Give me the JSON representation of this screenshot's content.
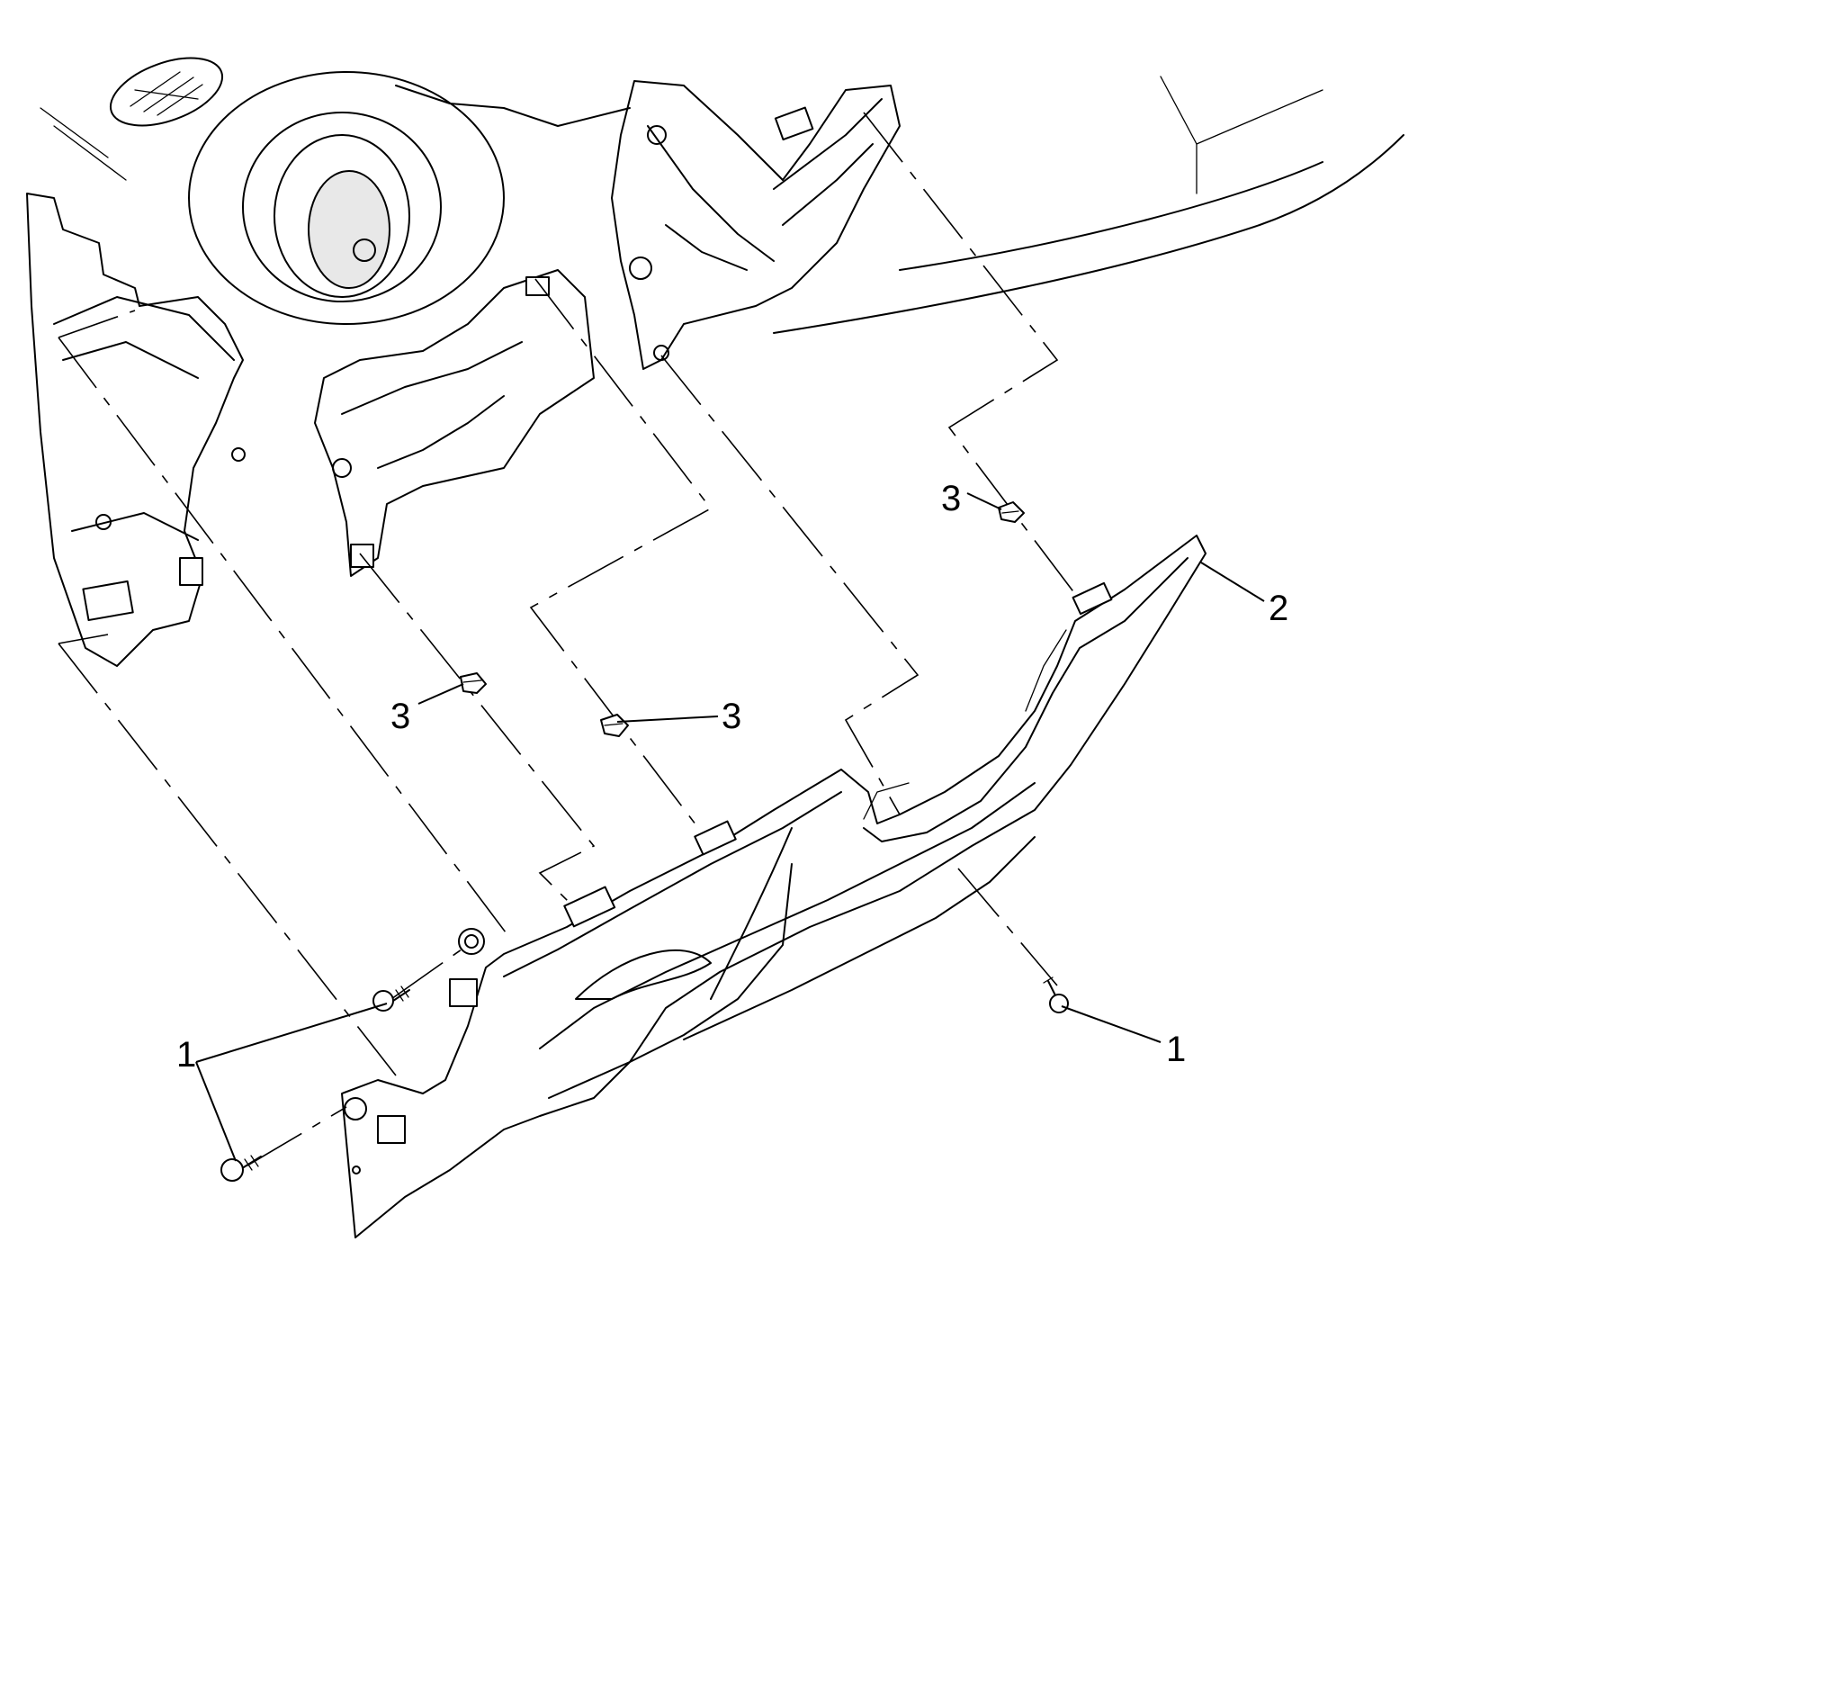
{
  "callouts": [
    {
      "id": "c1a",
      "text": "1"
    },
    {
      "id": "c1b",
      "text": "1"
    },
    {
      "id": "c2",
      "text": "2"
    },
    {
      "id": "c3a",
      "text": "3"
    },
    {
      "id": "c3b",
      "text": "3"
    },
    {
      "id": "c3c",
      "text": "3"
    }
  ]
}
